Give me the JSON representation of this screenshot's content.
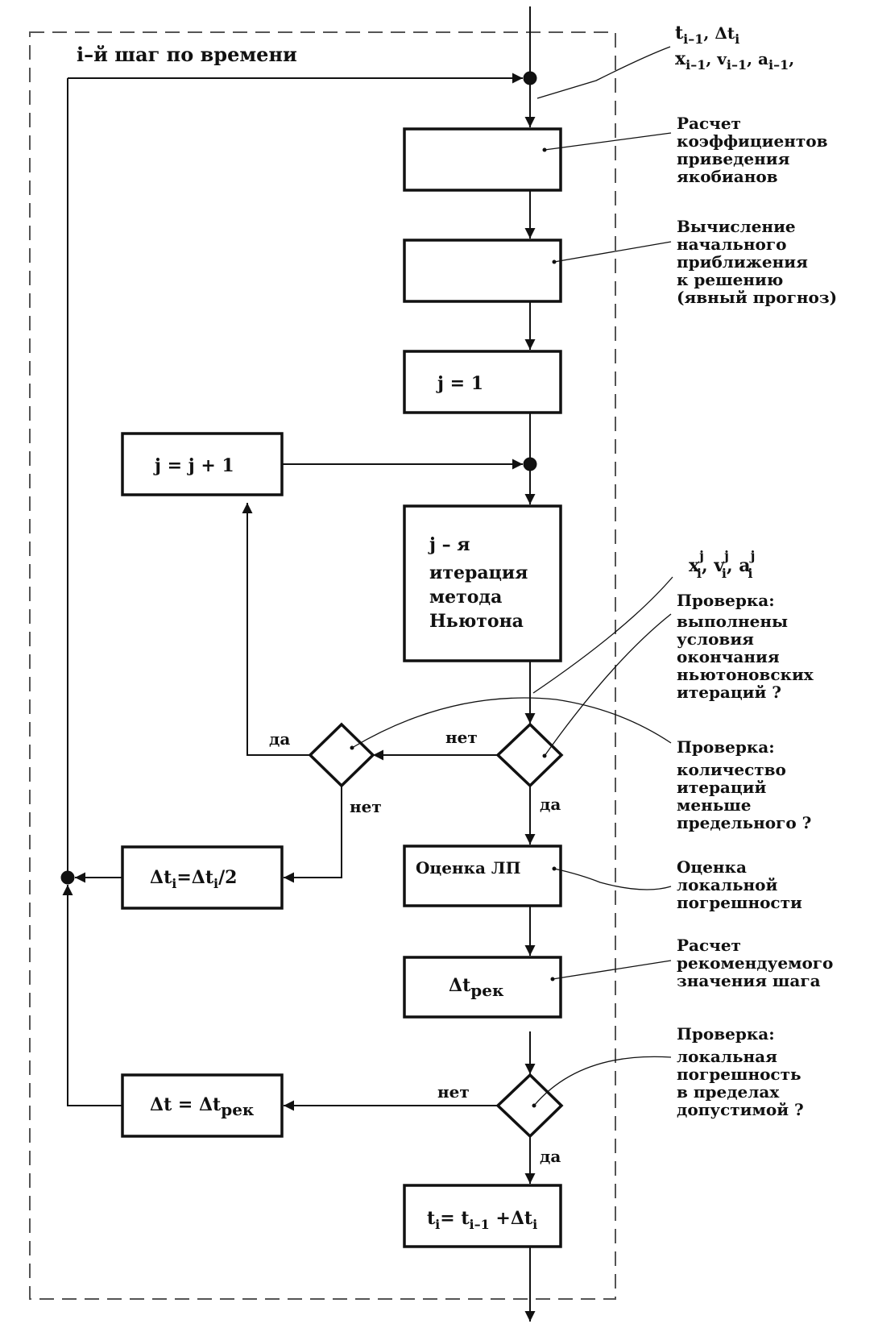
{
  "frame": {
    "title": "i–й  шаг  по времени"
  },
  "input_vars": {
    "line1": {
      "a": "t",
      "a_sub": "i–1",
      "b": ",  Δt",
      "b_sub": "i"
    },
    "line2": {
      "a": "x",
      "a_sub": "i–1",
      "b": ", v",
      "b_sub": "i–1",
      "c": ", a",
      "c_sub": "i–1",
      "tail": ","
    }
  },
  "boxes": {
    "j_init": "j =  1",
    "j_increment": "j = j + 1",
    "newton_iteration": [
      "j – я",
      "итерация",
      "метода",
      "Ньютона"
    ],
    "error_estimate": "Оценка ЛП",
    "recommended_step": {
      "main": "Δt",
      "sub": "рек"
    },
    "halve_step": {
      "a": "Δt",
      "a_sub": "i",
      "eq": "=Δt",
      "b_sub": "i",
      "tail": "/2"
    },
    "set_step": {
      "a": "Δt  = Δt",
      "a_sub": "рек"
    },
    "advance_time": {
      "a": "t",
      "a_sub": "i",
      "eq": "= t",
      "b_sub": "i–1",
      "plus": " +Δt",
      "c_sub": "i"
    }
  },
  "iter_vars": {
    "x": "x",
    "v": ", v",
    "a": ",  a",
    "sup": "j",
    "sub": "i"
  },
  "edge_labels": {
    "yes": "да",
    "no": "нет"
  },
  "annotations": {
    "coeffs": [
      "Расчет",
      "коэффициентов",
      "приведения",
      "якобианов"
    ],
    "initial_guess": [
      "Вычисление",
      "начального",
      "приближения",
      "к решению",
      "(явный прогноз)"
    ],
    "check_converged": [
      "Проверка:",
      "выполнены",
      "условия",
      "окончания",
      "ньютоновских",
      "итераций ?"
    ],
    "check_iter_count": [
      "Проверка:",
      "количество",
      "итераций",
      "меньше",
      "предельного ?"
    ],
    "local_error": [
      "Оценка",
      "локальной",
      "погрешности"
    ],
    "recommended": [
      "Расчет",
      "рекомендуемого",
      "значения шага"
    ],
    "check_error": [
      "Проверка:",
      "локальная",
      "погрешность",
      "в пределах",
      "допустимой ?"
    ]
  }
}
